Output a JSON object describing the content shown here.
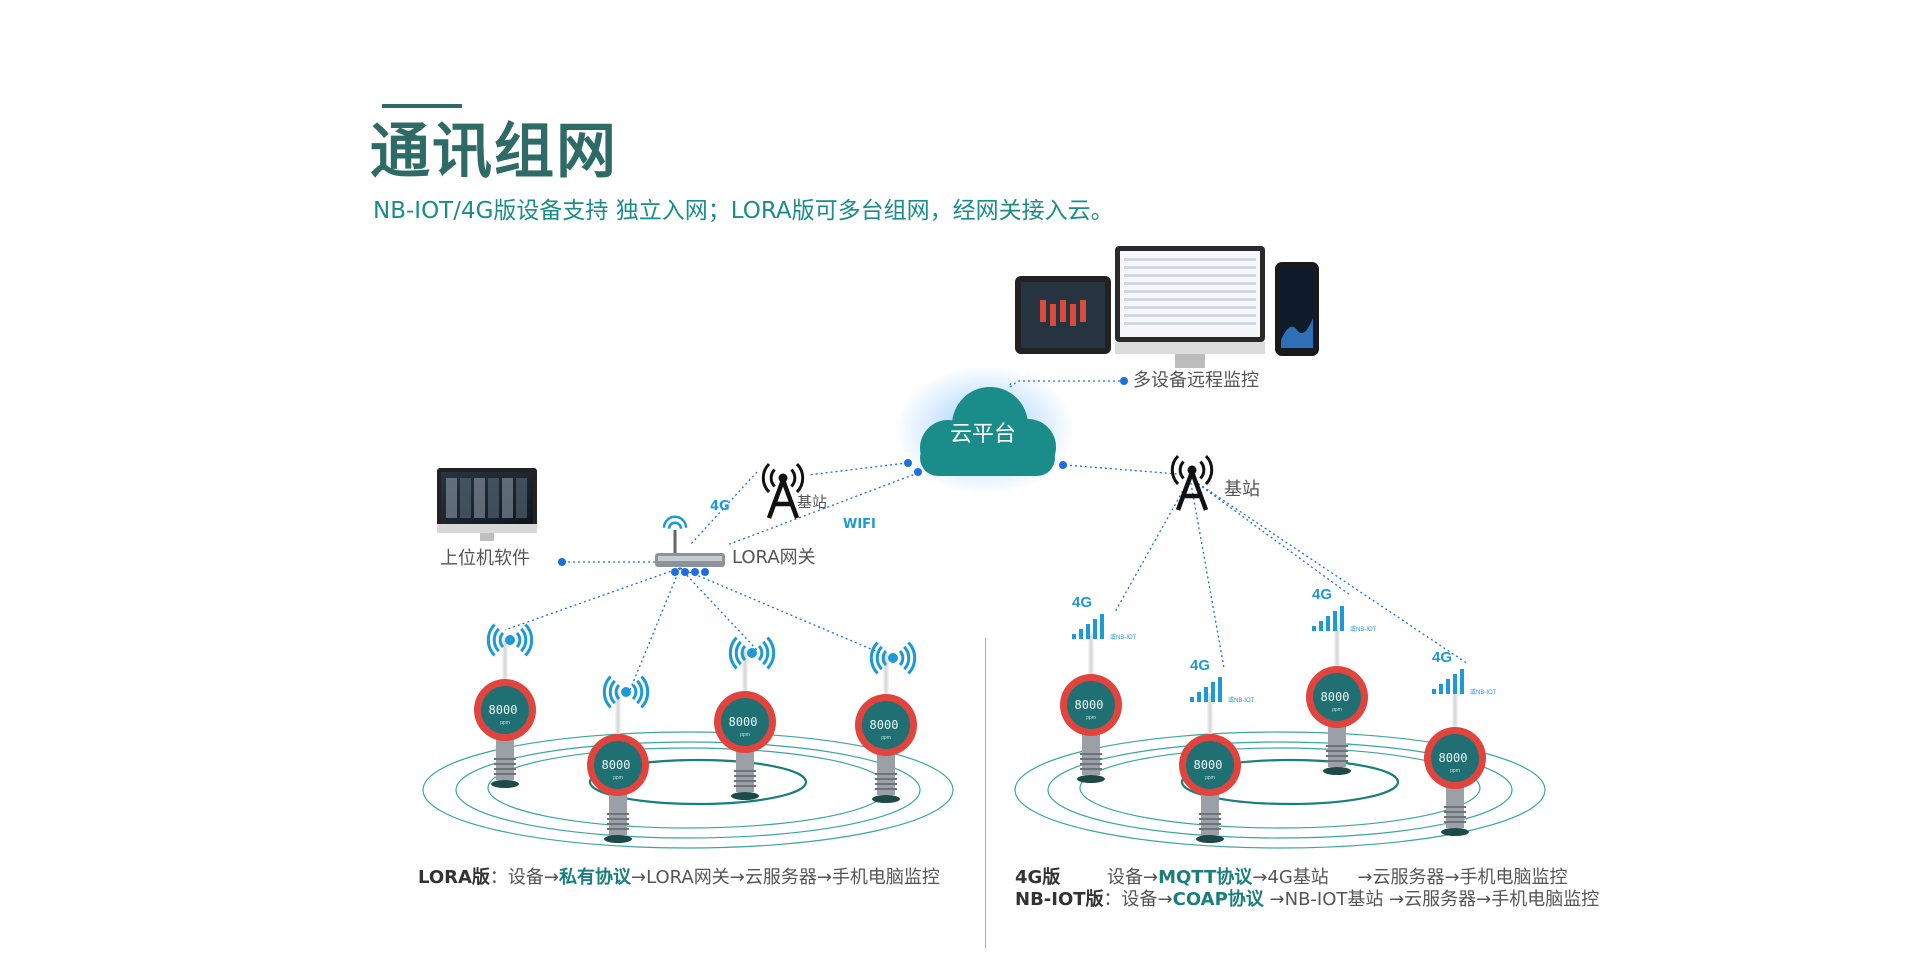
{
  "title": "通讯组网",
  "subtitle": "NB-IOT/4G版设备支持 独立入网；LORA版可多台组网，经网关接入云。",
  "nodes": {
    "cloud": "云平台",
    "multi_device": "多设备远程监控",
    "host_software": "上位机软件",
    "lora_gateway": "LORA网关",
    "tower_left": "基站",
    "tower_right": "基站"
  },
  "links": {
    "4g": "4G",
    "wifi": "WIFI"
  },
  "signal": {
    "label": "4G",
    "sub": "或NB-IOT"
  },
  "device": {
    "reading": "8000",
    "unit": "ppm"
  },
  "protocols": {
    "lora": {
      "name": "LORA版",
      "colon": "：",
      "pre": "设备→",
      "highlight": "私有协议",
      "post": "→LORA网关→云服务器→手机电脑监控"
    },
    "g4": {
      "name": "4G版",
      "colon": "：",
      "pre": "设备→",
      "highlight": "MQTT协议",
      "post": "→4G基站     →云服务器→手机电脑监控"
    },
    "nbiot": {
      "name": "NB-IOT版",
      "colon": "：",
      "pre": "设备→",
      "highlight": "COAP协议",
      "post": " →NB-IOT基站 →云服务器→手机电脑监控"
    }
  },
  "colors": {
    "accent": "#2f6b66",
    "teal": "#1a8c8a",
    "link": "#1d6fe0",
    "device_ring": "#e0443c"
  }
}
